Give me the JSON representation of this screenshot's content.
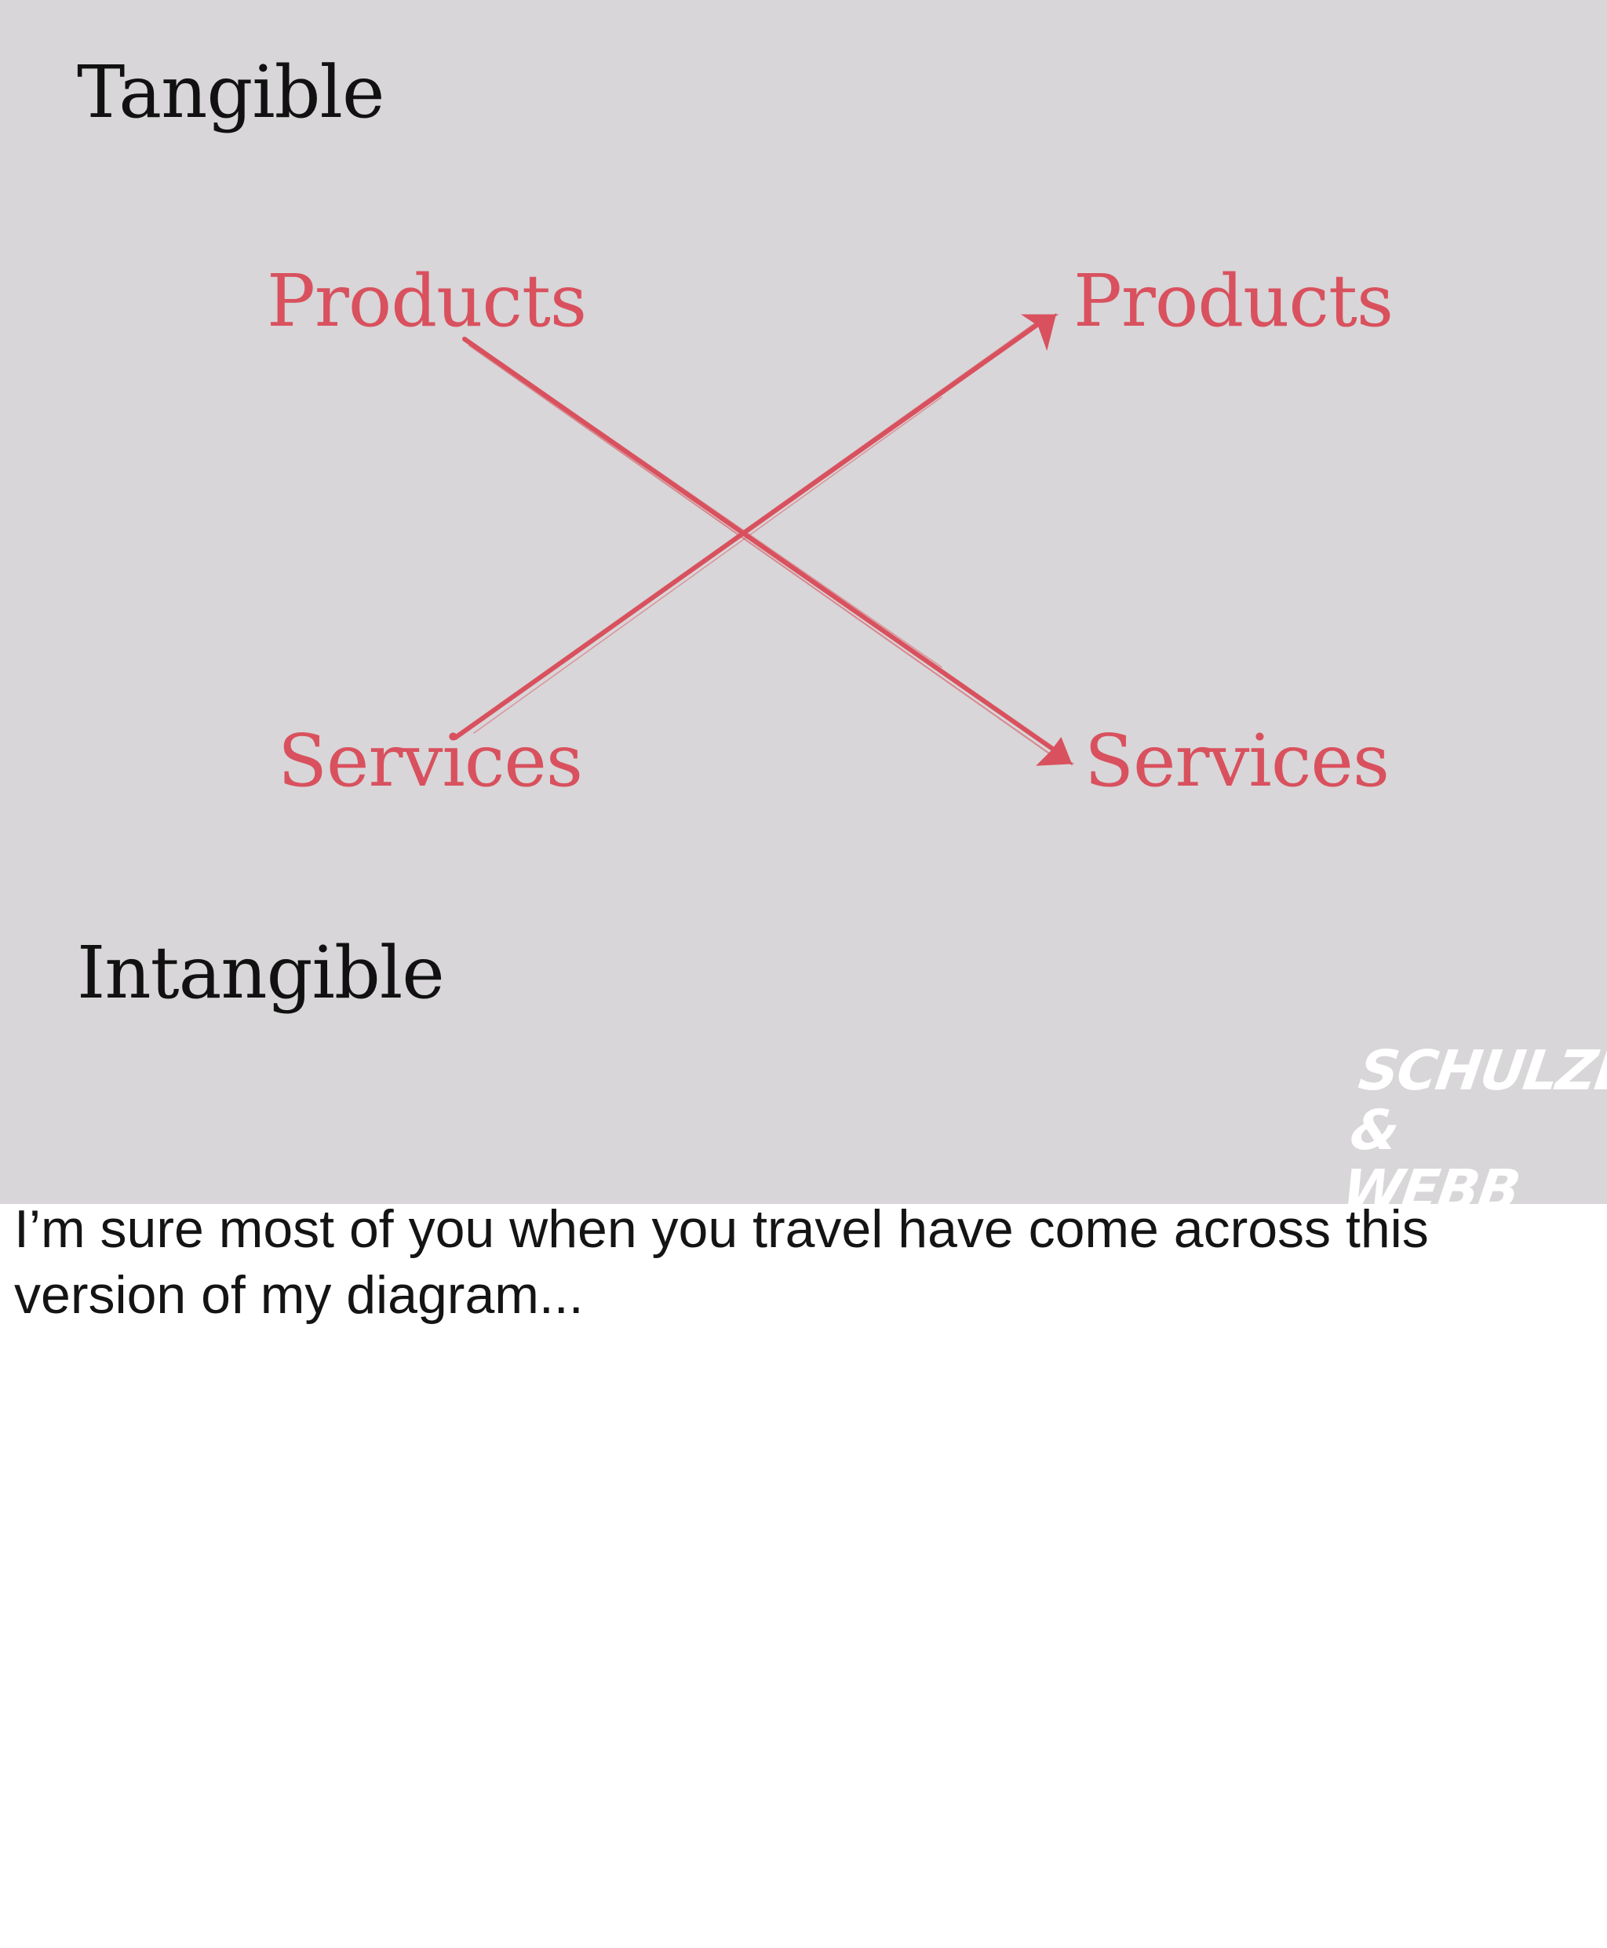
{
  "slide": {
    "axis_top": "Tangible",
    "axis_bottom": "Intangible",
    "nodes": {
      "top_left": "Products",
      "top_right": "Products",
      "bottom_left": "Services",
      "bottom_right": "Services"
    },
    "logo_lines": [
      "SCHULZE",
      "& WEBB"
    ],
    "colors": {
      "background": "#d8d6d8",
      "accent": "#d9515e",
      "axis_text": "#111111"
    }
  },
  "caption": "I’m sure most of you when you travel have come across this version of my diagram..."
}
